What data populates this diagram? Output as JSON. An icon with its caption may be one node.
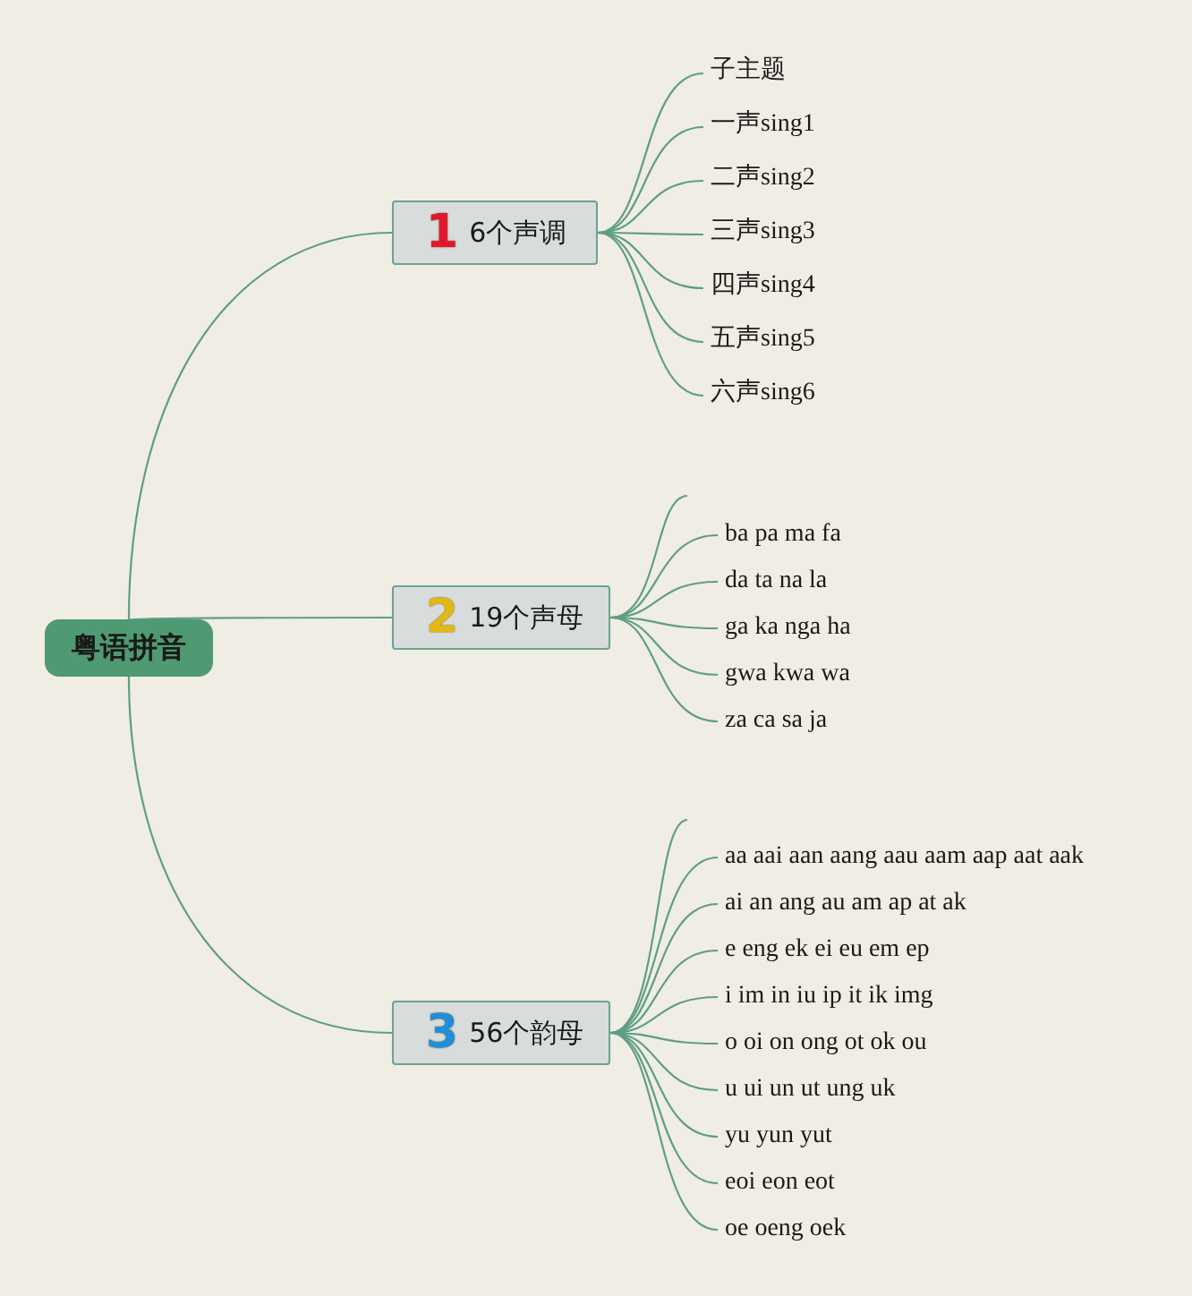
{
  "diagram": {
    "nodes": [
      {
        "text": [
          "粤语拼音"
        ]
      },
      {
        "text": [
          "1",
          "6个声调"
        ]
      },
      {
        "text": [
          "子主题"
        ]
      },
      {
        "text": [
          "一声sing1"
        ]
      },
      {
        "text": [
          "二声sing2"
        ]
      },
      {
        "text": [
          "三声sing3"
        ]
      },
      {
        "text": [
          "四声sing4"
        ]
      },
      {
        "text": [
          "五声sing5"
        ]
      },
      {
        "text": [
          "六声sing6"
        ]
      },
      {
        "text": [
          "2",
          "19个声母"
        ]
      },
      {
        "text": [
          "ba pa ma fa"
        ]
      },
      {
        "text": [
          "da ta na la"
        ]
      },
      {
        "text": [
          "ga ka nga ha"
        ]
      },
      {
        "text": [
          "gwa kwa wa"
        ]
      },
      {
        "text": [
          "za ca sa ja"
        ]
      },
      {
        "text": [
          "3",
          "56个韵母"
        ]
      },
      {
        "text": [
          "aa aai aan aang aau aam aap aat aak"
        ]
      },
      {
        "text": [
          "ai an ang au am ap at ak"
        ]
      },
      {
        "text": [
          "e eng ek ei eu em ep"
        ]
      },
      {
        "text": [
          "i im in iu ip it ik img"
        ]
      },
      {
        "text": [
          "o oi on ong ot ok ou"
        ]
      },
      {
        "text": [
          "u ui un ut ung uk"
        ]
      },
      {
        "text": [
          "yu yun yut"
        ]
      },
      {
        "text": [
          "eoi eon eot"
        ]
      },
      {
        "text": [
          "oe oeng oek"
        ]
      }
    ],
    "edges": [
      {
        "from": 0,
        "to": 1,
        "arrow": "none"
      },
      {
        "from": 0,
        "to": 9,
        "arrow": "none"
      },
      {
        "from": 0,
        "to": 15,
        "arrow": "none"
      },
      {
        "from": 1,
        "to": 2,
        "arrow": "none"
      },
      {
        "from": 1,
        "to": 3,
        "arrow": "none"
      },
      {
        "from": 1,
        "to": 4,
        "arrow": "none"
      },
      {
        "from": 1,
        "to": 5,
        "arrow": "none"
      },
      {
        "from": 1,
        "to": 6,
        "arrow": "none"
      },
      {
        "from": 1,
        "to": 7,
        "arrow": "none"
      },
      {
        "from": 1,
        "to": 8,
        "arrow": "none"
      },
      {
        "from": 9,
        "to": null,
        "arrow": "none"
      },
      {
        "from": 9,
        "to": 10,
        "arrow": "none"
      },
      {
        "from": 9,
        "to": 11,
        "arrow": "none"
      },
      {
        "from": 9,
        "to": 12,
        "arrow": "none"
      },
      {
        "from": 9,
        "to": 13,
        "arrow": "none"
      },
      {
        "from": 9,
        "to": 14,
        "arrow": "none"
      },
      {
        "from": 15,
        "to": null,
        "arrow": "none"
      },
      {
        "from": 15,
        "to": 16,
        "arrow": "none"
      },
      {
        "from": 15,
        "to": 17,
        "arrow": "none"
      },
      {
        "from": 15,
        "to": 18,
        "arrow": "none"
      },
      {
        "from": 15,
        "to": 19,
        "arrow": "none"
      },
      {
        "from": 15,
        "to": 20,
        "arrow": "none"
      },
      {
        "from": 15,
        "to": 21,
        "arrow": "none"
      },
      {
        "from": 15,
        "to": 22,
        "arrow": "none"
      },
      {
        "from": 15,
        "to": 23,
        "arrow": "none"
      },
      {
        "from": 15,
        "to": 24,
        "arrow": "none"
      }
    ]
  }
}
